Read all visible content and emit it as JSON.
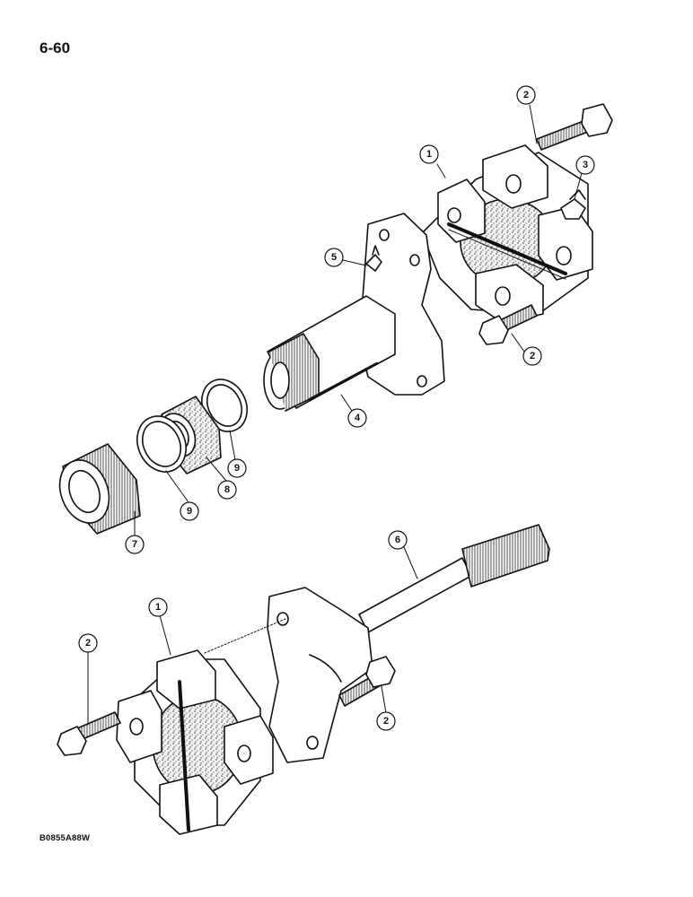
{
  "page": {
    "number": "6-60",
    "figure_code": "B0855A88W"
  },
  "callouts": {
    "c1_top": "1",
    "c2_top": "2",
    "c3": "3",
    "c5": "5",
    "c2_mid": "2",
    "c4": "4",
    "c9_right": "9",
    "c8": "8",
    "c9_left": "9",
    "c7": "7",
    "c6": "6",
    "c1_bottom": "1",
    "c2_bottom_left": "2",
    "c2_bottom_right": "2"
  },
  "colors": {
    "line": "#111111",
    "speckle": "#555555",
    "paper": "#ffffff"
  }
}
